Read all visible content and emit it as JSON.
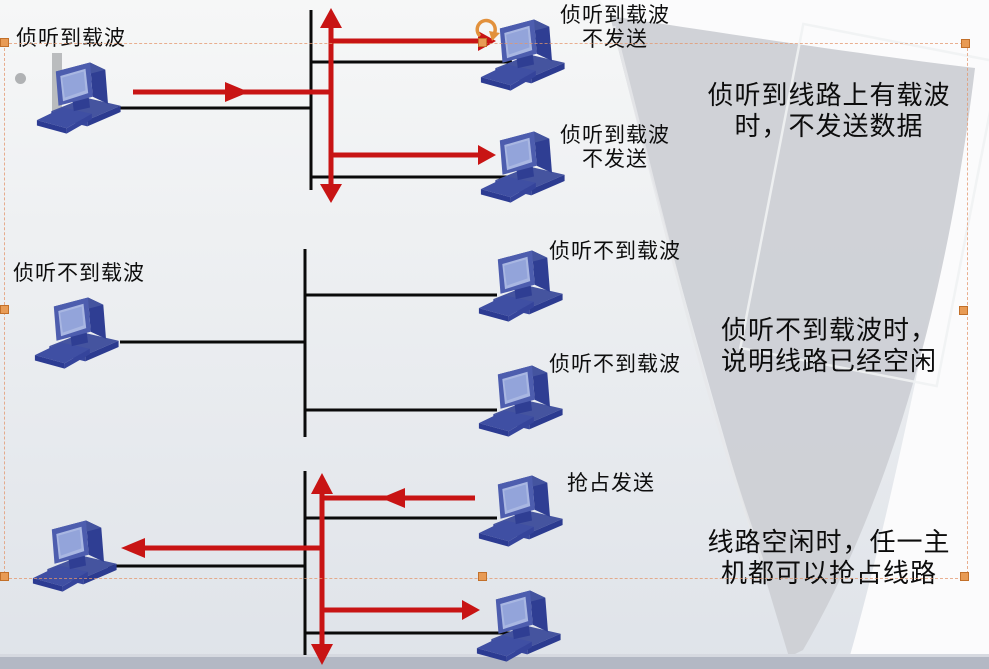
{
  "slide": {
    "sections": {
      "carrier_detected": {
        "sender_label": "侦听到载波",
        "host1_label_line1": "侦听到载波",
        "host1_label_line2": "不发送",
        "host2_label_line1": "侦听到载波",
        "host2_label_line2": "不发送",
        "note_line1": "侦听到线路上有载波",
        "note_line2": "时，不发送数据"
      },
      "no_carrier": {
        "sender_label": "侦听不到载波",
        "host1_label": "侦听不到载波",
        "host2_label": "侦听不到载波",
        "note_line1": "侦听不到载波时，",
        "note_line2": "说明线路已经空闲"
      },
      "idle_seize": {
        "host1_label": "抢占发送",
        "note_line1": "线路空闲时，任一主",
        "note_line2": "机都可以抢占线路"
      }
    },
    "colors": {
      "arrow_red": "#c81414",
      "line_black": "#0a0a0a",
      "computer_blue": "#45549f",
      "computer_blue_dark": "#2f3e93",
      "computer_screen": "#a9b7e2",
      "selection_handle": "#e89b55",
      "sail_gray": "#cdd0d5",
      "bottom_bar": "#b3b8c4"
    }
  }
}
